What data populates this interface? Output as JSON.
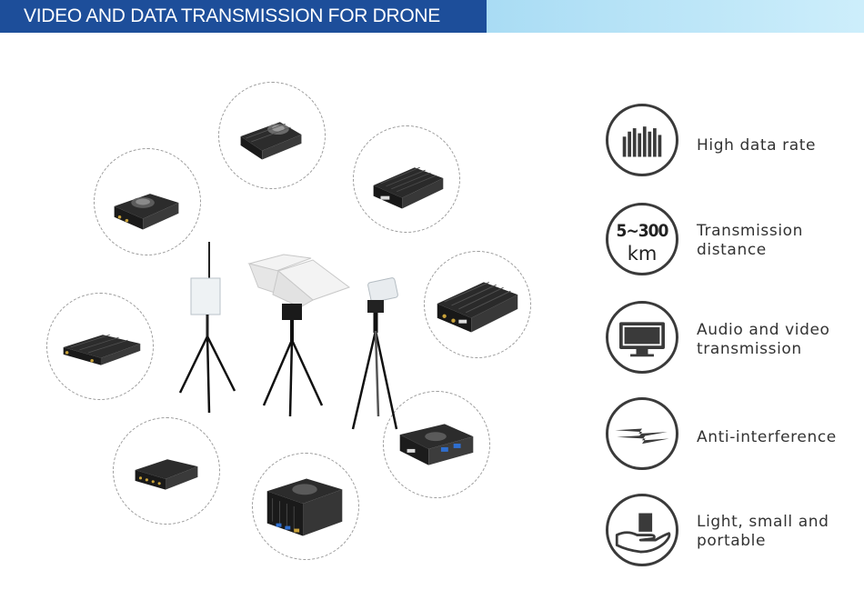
{
  "header": {
    "title": "VIDEO AND DATA TRANSMISSION FOR DRONE"
  },
  "products": [
    {
      "name": "transmitter-module-top"
    },
    {
      "name": "transmitter-module-top-left"
    },
    {
      "name": "transmitter-module-top-right"
    },
    {
      "name": "transmitter-module-right"
    },
    {
      "name": "transmitter-module-left"
    },
    {
      "name": "transmitter-module-bottom-right"
    },
    {
      "name": "transmitter-module-bottom-left"
    },
    {
      "name": "transmitter-module-bottom"
    }
  ],
  "ground_stations": [
    "omni-antenna-tripod",
    "panel-antenna-tripod",
    "tracking-antenna-tripod"
  ],
  "features": [
    {
      "icon": "bar-chart-icon",
      "label": "High data rate"
    },
    {
      "icon": "distance-icon",
      "icon_text": "5~300",
      "icon_unit": "km",
      "label": "Transmission distance"
    },
    {
      "icon": "monitor-icon",
      "label": "Audio and video transmission"
    },
    {
      "icon": "lightning-icon",
      "label": "Anti-interference"
    },
    {
      "icon": "hand-icon",
      "label": "Light, small and portable"
    }
  ],
  "colors": {
    "banner_dark": "#1d4e9a",
    "banner_light": "#bfe6f8",
    "icon_stroke": "#3a3a3a"
  }
}
